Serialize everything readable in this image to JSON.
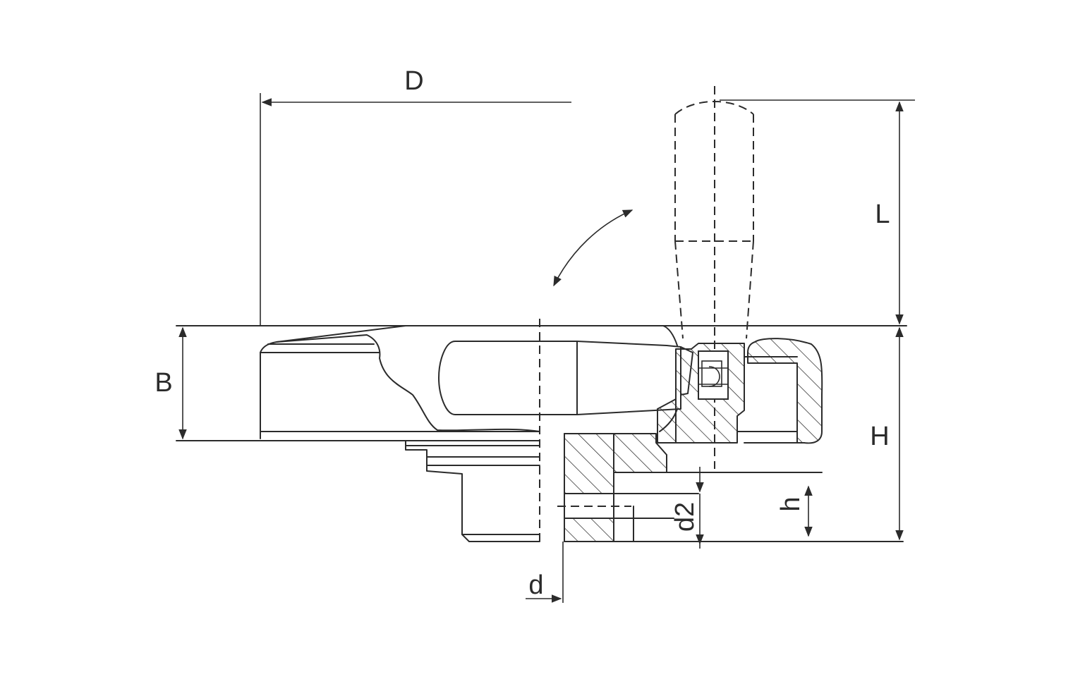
{
  "labels": {
    "D": "D",
    "L": "L",
    "B": "B",
    "H": "H",
    "h": "h",
    "d2": "d2",
    "d": "d"
  },
  "colors": {
    "line": "#2b2b2b",
    "background": "#ffffff"
  }
}
